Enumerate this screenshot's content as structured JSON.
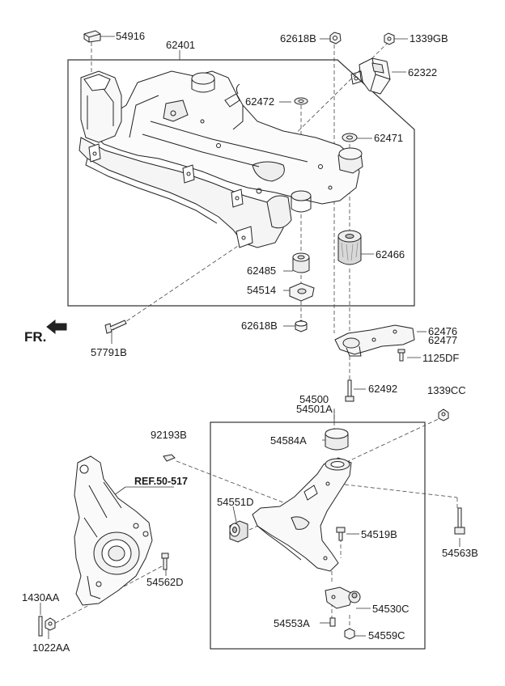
{
  "diagram": {
    "front_indicator": "FR.",
    "reference_note": "REF.50-517",
    "parts": {
      "p54916": "54916",
      "p62401": "62401",
      "p62618B_top": "62618B",
      "p1339GB": "1339GB",
      "p62322": "62322",
      "p62472": "62472",
      "p62471": "62471",
      "p62466": "62466",
      "p62485": "62485",
      "p54514": "54514",
      "p62618B_bottom": "62618B",
      "p57791B": "57791B",
      "p62476": "62476",
      "p62477": "62477",
      "p1125DF": "1125DF",
      "p62492": "62492",
      "p54500": "54500",
      "p54501A": "54501A",
      "p1339CC": "1339CC",
      "p92193B": "92193B",
      "p54584A": "54584A",
      "p54551D": "54551D",
      "p54519B": "54519B",
      "p54563B": "54563B",
      "p54562D": "54562D",
      "p1430AA": "1430AA",
      "p54530C": "54530C",
      "p54553A": "54553A",
      "p54559C": "54559C",
      "p1022AA": "1022AA"
    }
  }
}
